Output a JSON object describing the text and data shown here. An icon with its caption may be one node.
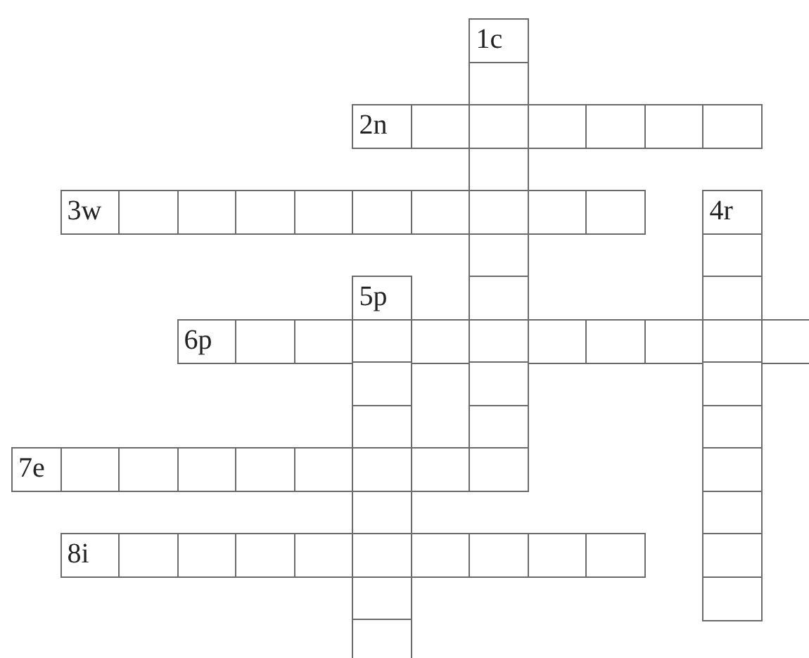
{
  "diagram": {
    "nodes": [
      {
        "text": [
          "1c"
        ]
      },
      {
        "text": [],
        "shape": "box"
      },
      {
        "text": [
          "2n"
        ]
      },
      {
        "text": [],
        "shape": "box"
      },
      {
        "text": [],
        "shape": "box"
      },
      {
        "text": [],
        "shape": "box"
      },
      {
        "text": [],
        "shape": "box"
      },
      {
        "text": [],
        "shape": "box"
      },
      {
        "text": [],
        "shape": "box"
      },
      {
        "text": [],
        "shape": "box"
      },
      {
        "text": [
          "3w"
        ]
      },
      {
        "text": [],
        "shape": "box"
      },
      {
        "text": [],
        "shape": "box"
      },
      {
        "text": [],
        "shape": "box"
      },
      {
        "text": [],
        "shape": "box"
      },
      {
        "text": [],
        "shape": "box"
      },
      {
        "text": [],
        "shape": "box"
      },
      {
        "text": [],
        "shape": "box"
      },
      {
        "text": [],
        "shape": "box"
      },
      {
        "text": [],
        "shape": "box"
      },
      {
        "text": [
          "4r"
        ]
      },
      {
        "text": [],
        "shape": "box"
      },
      {
        "text": [],
        "shape": "box"
      },
      {
        "text": [
          "5p"
        ]
      },
      {
        "text": [],
        "shape": "box"
      },
      {
        "text": [],
        "shape": "box"
      },
      {
        "text": [
          "6p"
        ]
      },
      {
        "text": [],
        "shape": "box"
      },
      {
        "text": [],
        "shape": "box"
      },
      {
        "text": [],
        "shape": "box"
      },
      {
        "text": [],
        "shape": "box"
      },
      {
        "text": [],
        "shape": "box"
      },
      {
        "text": [],
        "shape": "box"
      },
      {
        "text": [],
        "shape": "box"
      },
      {
        "text": [],
        "shape": "box"
      },
      {
        "text": [],
        "shape": "box"
      },
      {
        "text": [],
        "shape": "box"
      },
      {
        "text": [],
        "shape": "box"
      },
      {
        "text": [],
        "shape": "box"
      },
      {
        "text": [],
        "shape": "box"
      },
      {
        "text": [],
        "shape": "box"
      },
      {
        "text": [],
        "shape": "box"
      },
      {
        "text": [],
        "shape": "box"
      },
      {
        "text": [
          "7e"
        ]
      },
      {
        "text": [],
        "shape": "box"
      },
      {
        "text": [],
        "shape": "box"
      },
      {
        "text": [],
        "shape": "box"
      },
      {
        "text": [],
        "shape": "box"
      },
      {
        "text": [],
        "shape": "box"
      },
      {
        "text": [],
        "shape": "box"
      },
      {
        "text": [],
        "shape": "box"
      },
      {
        "text": [],
        "shape": "box"
      },
      {
        "text": [],
        "shape": "box"
      },
      {
        "text": [],
        "shape": "box"
      },
      {
        "text": [],
        "shape": "box"
      },
      {
        "text": [
          "8i"
        ]
      },
      {
        "text": [],
        "shape": "box"
      },
      {
        "text": [],
        "shape": "box"
      },
      {
        "text": [],
        "shape": "box"
      },
      {
        "text": [],
        "shape": "box"
      },
      {
        "text": [],
        "shape": "box"
      },
      {
        "text": [],
        "shape": "box"
      },
      {
        "text": [],
        "shape": "box"
      },
      {
        "text": [],
        "shape": "box"
      },
      {
        "text": [],
        "shape": "box"
      },
      {
        "text": [],
        "shape": "box"
      },
      {
        "text": [],
        "shape": "box"
      },
      {
        "text": [],
        "shape": "box"
      },
      {
        "text": [],
        "shape": "box"
      }
    ]
  }
}
